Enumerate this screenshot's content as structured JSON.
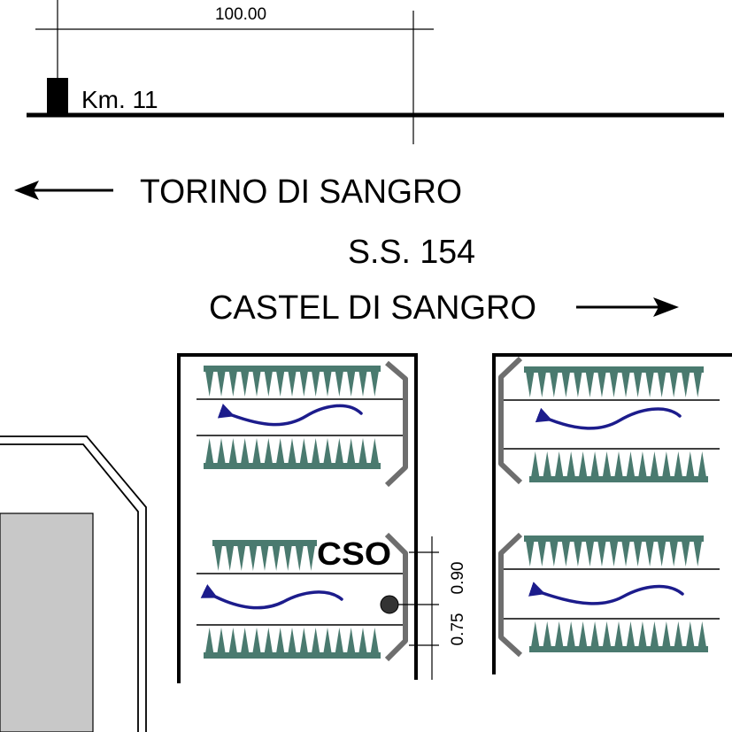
{
  "top_dimension": "100.00",
  "km_marker": "Km. 11",
  "direction_left": "TORINO DI SANGRO",
  "road_name": "S.S. 154",
  "direction_right": "CASTEL DI SANGRO",
  "station_label": "CSO",
  "dimension_upper": "0.90",
  "dimension_lower": "0.75",
  "colors": {
    "line": "#000000",
    "hedge": "#4a7a6f",
    "flow_arrow": "#1c1c8c",
    "guardrail": "#707070",
    "building": "#c8c8c8"
  },
  "icons": {
    "left_arrow": "arrow-left-icon",
    "right_arrow": "arrow-right-icon",
    "flow": "curved-flow-arrow-icon",
    "sensor": "sensor-dot-icon"
  }
}
